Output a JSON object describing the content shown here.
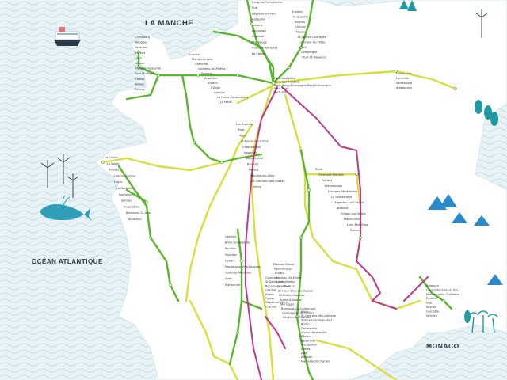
{
  "labels": {
    "sea_north": "LA MANCHE",
    "ocean_west": "OCÉAN ATLANTIQUE",
    "monaco": "MONACO"
  },
  "colors": {
    "land": "#ffffff",
    "sea": "#e9f3f6",
    "wave": "#b9dbe6",
    "green_line": "#5ab52e",
    "yellow_line": "#d8de3c",
    "pink_line": "#c0388c",
    "station_text": "#333333",
    "tree": "#1f9aa3",
    "mountain": "#2a89c9",
    "whale": "#2f9fb8"
  },
  "icons": [
    "ship-icon",
    "wind-turbine-icon",
    "whale-icon",
    "tree-icon",
    "mountain-icon",
    "palm-tree-icon"
  ],
  "stations": {
    "north_top": [
      "Rang-du-Fliers-Verton",
      "Rue",
      "Noyelles-sur-Mer",
      "Abbeville",
      "Amiens",
      "Longueau",
      "Cambrai",
      "Maubeuge",
      "Aulnoye-Aymeries",
      "Le Cateau",
      "Busigny",
      "St-Quentin",
      "Tergnier",
      "Chauny",
      "Noyon",
      "St-Just-en-Chaussée",
      "Clermont-de-l'Oise",
      "Creil",
      "Compiègne",
      "Pont-St-Maxence"
    ],
    "normandy": [
      "Cherbourg",
      "Valognes",
      "Carentan",
      "Bayeux",
      "Caen",
      "Lisieux",
      "Trouville-Deauville",
      "Pont-l'Évêque",
      "Évreux",
      "Vernon",
      "Bernay",
      "Conches",
      "Mantes-la-Jolie",
      "Granville",
      "Villedieu-les-Poêles",
      "Folligny",
      "Argentan",
      "Surdon",
      "L'Aigle",
      "Alençon",
      "La Hutte-Coulombiers",
      "Le Mans"
    ],
    "paris": [
      "Paris Austerlitz",
      "Paris-Saint-Lazare",
      "Paris-Bercy-Bourgogne-Pays d'Auvergne",
      "Paris-Nord",
      "Paris-Est"
    ],
    "east": [
      "Nancy-Ville",
      "Lunéville",
      "Sarrebourg",
      "Strasbourg"
    ],
    "west_coast": [
      "Le Croisic",
      "La Baule",
      "Nantes",
      "La Roche-sur-Yon",
      "Luçon",
      "La Rochelle",
      "Rochefort",
      "Saintes",
      "Angoulême",
      "Bordeaux-St-Jean",
      "Arcachon"
    ],
    "centre": [
      "Les Aubrais",
      "Blois",
      "Tours",
      "St-Pierre-des-Corps",
      "Châteauroux",
      "Issoudun",
      "Vierzon-Ville",
      "Bourges",
      "Nevers",
      "Moulins-sur-Allier",
      "St-Germain-des-Fossés",
      "Vichy",
      "Riom",
      "Clermont-Ferrand",
      "Poitiers",
      "Futuroscope",
      "Limoges-Bénédictins",
      "La Souterraine",
      "Argenton-sur-Creuse",
      "Beaune",
      "Chalon-sur-Saône",
      "Mâcon-Ville",
      "Lyon-Part-Dieu",
      "Roanne"
    ],
    "south_west": [
      "Uzerche",
      "Brive-la-Gaillarde",
      "Souillac",
      "Gourdon",
      "Cahors",
      "Montauban-Ville-Bourbon",
      "Toulouse-Matabiau",
      "Agen",
      "Marmande",
      "Caussade",
      "St-Denis-près-Martel",
      "Rocamadour-Padirac",
      "Gramat",
      "Assier",
      "Figeac",
      "Capdenac-Gare",
      "Cransac"
    ],
    "massif": [
      "Massiac-Blesle",
      "Neussargues",
      "Arvant",
      "Brassac-les-Mines",
      "Issoire",
      "Le Lioran",
      "St-Flour-Chaudes-Aigues",
      "St-Chély-d'Apcher",
      "Aumont-Aubrac",
      "Marvejols",
      "Banassac-La-Canourgue",
      "Campagnac-St-Geniez",
      "Sévérac-le-Château",
      "Millau",
      "St-Georges-de-Luzençon",
      "Tournemire-Roquefort",
      "Rodez",
      "Decazeville",
      "Viviez-Decazeville",
      "Béziers",
      "Bédarieux",
      "Montpellier",
      "Nîmes",
      "Alès",
      "Avignon",
      "Marseille-St-Charles"
    ],
    "alps": [
      "Briançon",
      "L'Argentière-les-Écrins",
      "Montdauphin-Guillestre",
      "Embrun",
      "Gap",
      "Veynes",
      "Grenoble",
      "Valence"
    ]
  }
}
